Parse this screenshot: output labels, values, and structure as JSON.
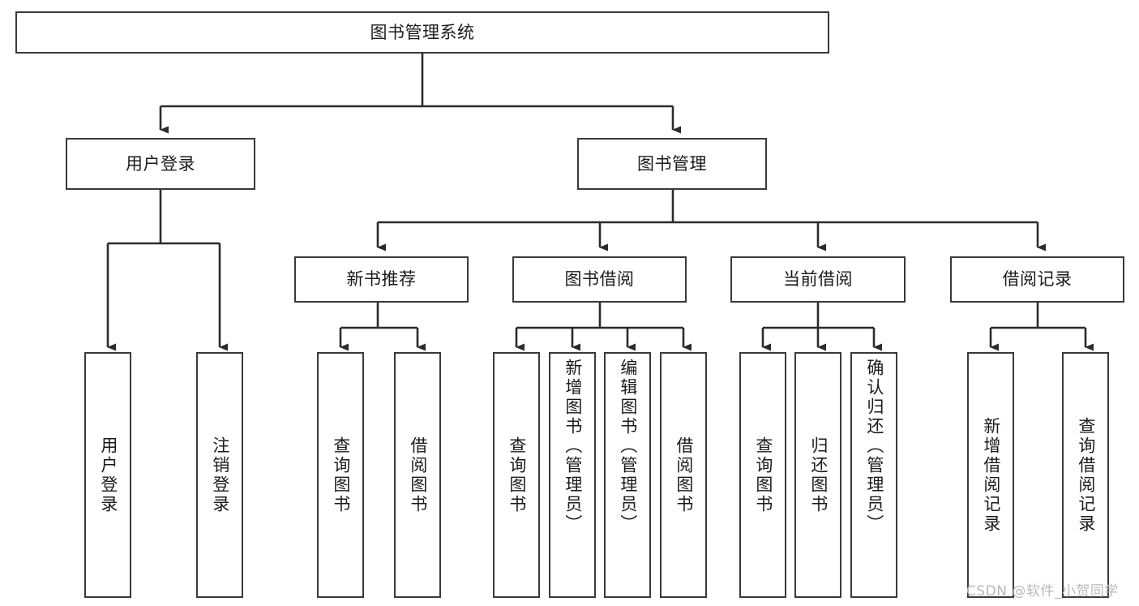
{
  "diagram": {
    "title": "图书管理系统",
    "watermark": "CSDN @软件_小贺同学",
    "colors": {
      "box_border": "#3a3a3a",
      "box_fill": "#ffffff",
      "connector": "#2b2b2b",
      "text": "#1b1b1b",
      "watermark": "#b9b9b9",
      "background": "#ffffff"
    },
    "root": {
      "label": "图书管理系统"
    },
    "level2": [
      {
        "label": "用户登录"
      },
      {
        "label": "图书管理"
      }
    ],
    "level3": [
      {
        "label": "新书推荐"
      },
      {
        "label": "图书借阅"
      },
      {
        "label": "当前借阅"
      },
      {
        "label": "借阅记录"
      }
    ],
    "leaves": {
      "user_login": [
        {
          "label": "用户登录"
        },
        {
          "label": "注销登录"
        }
      ],
      "new_book": [
        {
          "label": "查询图书"
        },
        {
          "label": "借阅图书"
        }
      ],
      "borrow_book": [
        {
          "label": "查询图书"
        },
        {
          "label": "新增图书（管理员）"
        },
        {
          "label": "编辑图书（管理员）"
        },
        {
          "label": "借阅图书"
        }
      ],
      "current_borrow": [
        {
          "label": "查询图书"
        },
        {
          "label": "归还图书"
        },
        {
          "label": "确认归还（管理员）"
        }
      ],
      "borrow_record": [
        {
          "label": "新增借阅记录"
        },
        {
          "label": "查询借阅记录"
        }
      ]
    }
  }
}
